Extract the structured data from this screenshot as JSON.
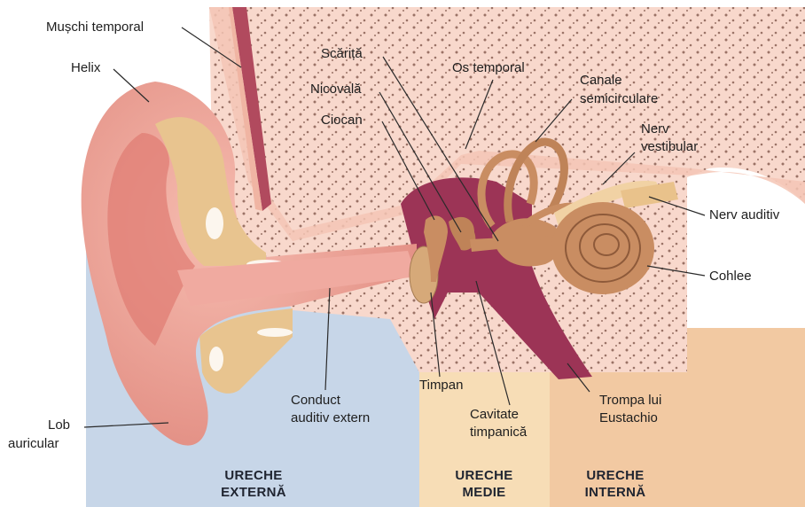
{
  "labels": {
    "muschi_temporal": "Mușchi temporal",
    "helix": "Helix",
    "scarita": "Scăriță",
    "nicovala": "Nicovală",
    "ciocan": "Ciocan",
    "os_temporal": "Os temporal",
    "canale_1": "Canale",
    "canale_2": "semicirculare",
    "nerv_vest_1": "Nerv",
    "nerv_vest_2": "vestibular",
    "nerv_auditiv": "Nerv auditiv",
    "cohlee": "Cohlee",
    "conduct_1": "Conduct",
    "conduct_2": "auditiv extern",
    "timpan": "Timpan",
    "cavitate_1": "Cavitate",
    "cavitate_2": "timpanică",
    "trompa_1": "Trompa lui",
    "trompa_2": "Eustachio",
    "lob_1": "Lob",
    "lob_2": "auricular"
  },
  "sections": {
    "externa_1": "URECHE",
    "externa_2": "EXTERNĂ",
    "medie_1": "URECHE",
    "medie_2": "MEDIE",
    "interna_1": "URECHE",
    "interna_2": "INTERNĂ"
  },
  "colors": {
    "outer_zone": "#c7d6e8",
    "middle_zone": "#f7ddb6",
    "inner_zone": "#f2c9a2",
    "skin": "#eda598",
    "bone": "#f8d7cb",
    "cartilage": "#e8c48f",
    "cavity": "#9c3456",
    "ossicle": "#c98d62"
  }
}
